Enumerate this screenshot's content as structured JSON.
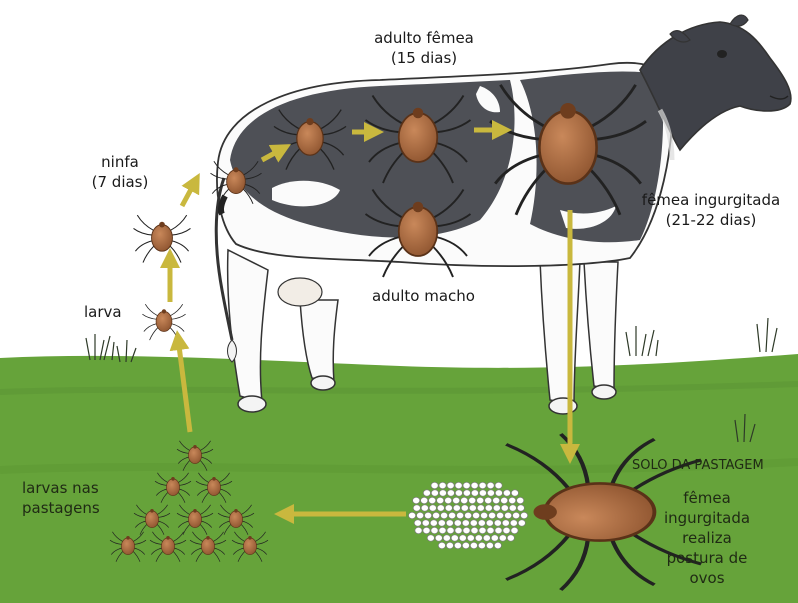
{
  "labels": {
    "adult_female": [
      "adulto fêmea",
      "(15 dias)"
    ],
    "nymph": [
      "ninfa",
      "(7 dias)"
    ],
    "larva": "larva",
    "engorged_female": [
      "fêmea ingurgitada",
      "(21-22 dias)"
    ],
    "adult_male": "adulto macho",
    "pasture_soil": "SOLO DA PASTAGEM",
    "larvae_in_pasture": [
      "larvas nas",
      "pastagens"
    ],
    "oviposition": [
      "fêmea",
      "ingurgitada",
      "realiza",
      "postura de",
      "ovos"
    ]
  },
  "colors": {
    "grass": "#66a33a",
    "tick": "#a5673a",
    "arrow": "#c9b83e",
    "cow_dark": "#4e5056",
    "sky": "#ffffff"
  },
  "icons": [
    "tick-icon",
    "arrow-icon",
    "egg-icon",
    "cow-illustration"
  ]
}
